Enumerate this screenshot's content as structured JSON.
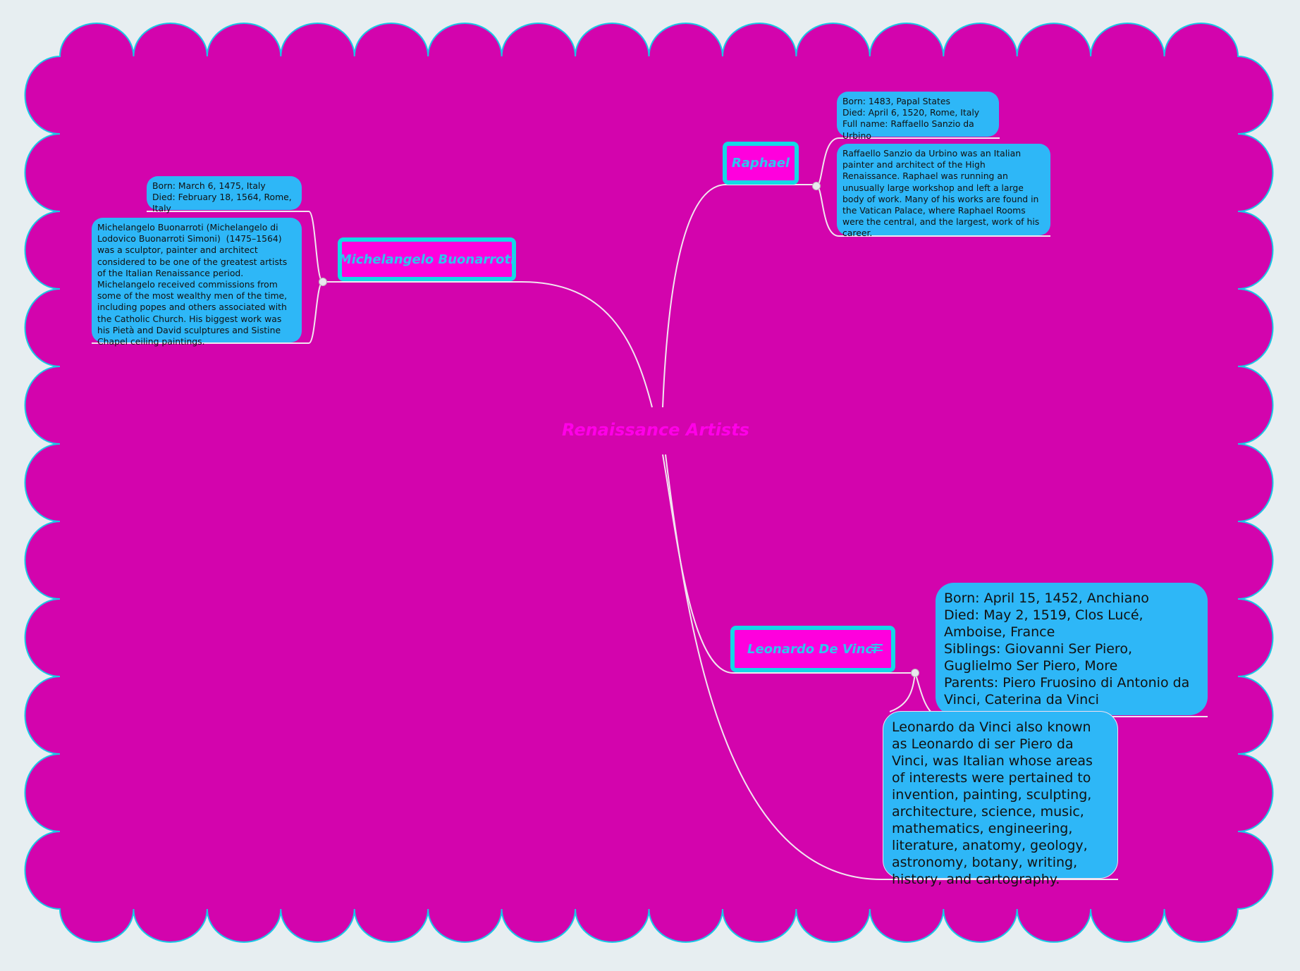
{
  "central": {
    "title": "Renaissance Artists"
  },
  "colors": {
    "background": "#e7eef1",
    "boundary_fill": "#d304ad",
    "boundary_stroke": "#19c8e6",
    "topic_fill": "#ff00dd",
    "topic_border": "#12d9e6",
    "note_fill": "#2eb7f7",
    "connector": "#f2e6f0"
  },
  "branches": {
    "michelangelo": {
      "title": "Michelangelo Buonarroti",
      "facts": "Born: March 6, 1475, Italy\nDied: February 18, 1564, Rome, Italy",
      "bio": "Michelangelo Buonarroti (Michelangelo di Lodovico Buonarroti Simoni)  (1475–1564) was a sculptor, painter and architect considered to be one of the greatest artists of the Italian Renaissance period. Michelangelo received commissions from some of the most wealthy men of the time, including popes and others associated with the Catholic Church. His biggest work was his Pietà and David sculptures and Sistine Chapel ceiling paintings."
    },
    "raphael": {
      "title": "Raphael",
      "facts": "Born: 1483, Papal States\nDied: April 6, 1520, Rome, Italy\nFull name: Raffaello Sanzio da Urbino",
      "bio": "Raffaello Sanzio da Urbino was an Italian painter and architect of the High Renaissance. Raphael was running an unusually large workshop and left a large body of work. Many of his works are found in the Vatican Palace, where Raphael Rooms were the central, and the largest, work of his career."
    },
    "leonardo": {
      "title": "Leonardo De Vinci",
      "icon": "notes-icon",
      "facts": "Born: April 15, 1452, Anchiano\nDied: May 2, 1519, Clos Lucé, Amboise, France\nSiblings: Giovanni Ser Piero, Guglielmo Ser Piero, More\nParents: Piero Fruosino di Antonio da Vinci, Caterina da Vinci",
      "bio": "Leonardo da Vinci also known as Leonardo di ser Piero da Vinci, was Italian whose areas of interests were pertained to invention, painting, sculpting, architecture, science, music, mathematics, engineering, literature, anatomy, geology, astronomy, botany, writing, history, and cartography."
    }
  }
}
